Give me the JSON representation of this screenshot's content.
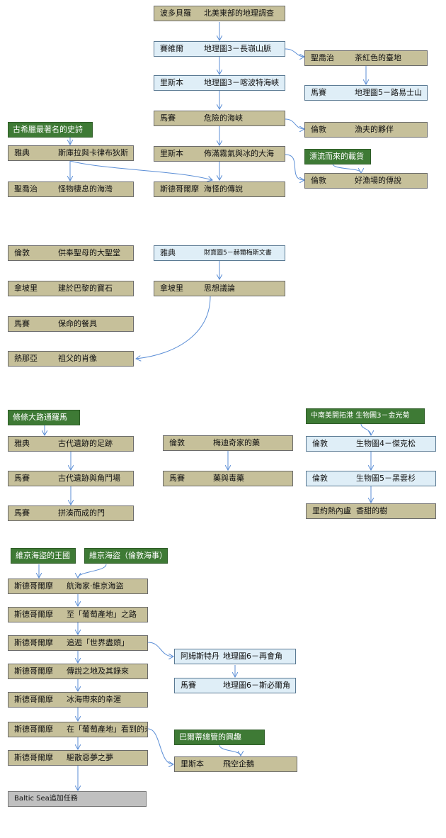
{
  "nodes": [
    {
      "id": "n1",
      "style": "tan",
      "loc": "波多貝羅",
      "title": "北美東部的地理調查"
    },
    {
      "id": "n2",
      "style": "blue",
      "loc": "賽維爾",
      "title": "地理圖3－長嶺山脈"
    },
    {
      "id": "n3",
      "style": "blue",
      "loc": "里斯本",
      "title": "地理圖3－喀波特海峽"
    },
    {
      "id": "n4",
      "style": "tan",
      "loc": "馬賽",
      "title": "危險的海峽"
    },
    {
      "id": "n5",
      "style": "tan",
      "loc": "里斯本",
      "title": "佈滿霧氣與冰的大海"
    },
    {
      "id": "n6",
      "style": "tan",
      "loc": "斯德哥爾摩",
      "title": "海怪的傳說"
    },
    {
      "id": "n7",
      "style": "tan",
      "loc": "聖喬治",
      "title": "茶紅色的臺地"
    },
    {
      "id": "n8",
      "style": "blue",
      "loc": "馬賽",
      "title": "地理圖5－路易士山"
    },
    {
      "id": "n9",
      "style": "tan",
      "loc": "倫敦",
      "title": "漁夫的夥伴"
    },
    {
      "id": "n10",
      "style": "green",
      "loc": "",
      "title": "漂流而來的載貨"
    },
    {
      "id": "n11",
      "style": "tan",
      "loc": "倫敦",
      "title": "好漁場的傳說"
    },
    {
      "id": "n12",
      "style": "green",
      "loc": "",
      "title": "古希臘最著名的史詩"
    },
    {
      "id": "n13",
      "style": "tan",
      "loc": "雅典",
      "title": "斯庫拉與卡律布狄斯"
    },
    {
      "id": "n14",
      "style": "tan",
      "loc": "聖喬治",
      "title": "怪物棲息的海灣"
    },
    {
      "id": "n15",
      "style": "tan",
      "loc": "倫敦",
      "title": "供奉聖母的大聖堂"
    },
    {
      "id": "n16",
      "style": "tan",
      "loc": "拿坡里",
      "title": "建於巴黎的寶石"
    },
    {
      "id": "n17",
      "style": "tan",
      "loc": "馬賽",
      "title": "保命的餐具"
    },
    {
      "id": "n18",
      "style": "tan",
      "loc": "熱那亞",
      "title": "祖父的肖像"
    },
    {
      "id": "n19",
      "style": "blue",
      "loc": "雅典",
      "title": "財寶圖5－赫爾梅斯文書"
    },
    {
      "id": "n20",
      "style": "tan",
      "loc": "拿坡里",
      "title": "思想議論"
    },
    {
      "id": "n21",
      "style": "green",
      "loc": "",
      "title": "條條大路通羅馬"
    },
    {
      "id": "n22",
      "style": "tan",
      "loc": "雅典",
      "title": "古代遺跡的足跡"
    },
    {
      "id": "n23",
      "style": "tan",
      "loc": "馬賽",
      "title": "古代遺跡與角鬥場"
    },
    {
      "id": "n24",
      "style": "tan",
      "loc": "馬賽",
      "title": "拼湊而成的門"
    },
    {
      "id": "n25",
      "style": "tan",
      "loc": "倫敦",
      "title": "梅迪奇家的藥"
    },
    {
      "id": "n26",
      "style": "tan",
      "loc": "馬賽",
      "title": "藥與毒藥"
    },
    {
      "id": "n27",
      "style": "green",
      "loc": "",
      "title": "中南美開拓港 生物圖3－金光菊"
    },
    {
      "id": "n28",
      "style": "blue",
      "loc": "倫敦",
      "title": "生物圖4－傑克松"
    },
    {
      "id": "n29",
      "style": "blue",
      "loc": "倫敦",
      "title": "生物圖5－黑雲杉"
    },
    {
      "id": "n30",
      "style": "tan",
      "loc": "里約熱內盧",
      "title": "香甜的樹"
    },
    {
      "id": "n31",
      "style": "green",
      "loc": "",
      "title": "維京海盜的王國"
    },
    {
      "id": "n32",
      "style": "green",
      "loc": "",
      "title": "維京海盜（倫敦海事）"
    },
    {
      "id": "n33",
      "style": "tan",
      "loc": "斯德哥爾摩",
      "title": "航海家‧維京海盜"
    },
    {
      "id": "n34",
      "style": "tan",
      "loc": "斯德哥爾摩",
      "title": "至「葡萄產地」之路"
    },
    {
      "id": "n35",
      "style": "tan",
      "loc": "斯德哥爾摩",
      "title": "追逅「世界盡頭」"
    },
    {
      "id": "n36",
      "style": "tan",
      "loc": "斯德哥爾摩",
      "title": "傳說之地及其錄來"
    },
    {
      "id": "n37",
      "style": "tan",
      "loc": "斯德哥爾摩",
      "title": "冰海帶來的幸運"
    },
    {
      "id": "n38",
      "style": "tan",
      "loc": "斯德哥爾摩",
      "title": "在「葡萄產地」看到的未來"
    },
    {
      "id": "n39",
      "style": "tan",
      "loc": "斯德哥爾摩",
      "title": "驅散惡夢之夢"
    },
    {
      "id": "n40",
      "style": "gray",
      "loc": "",
      "title": "Baltic Sea追加任務"
    },
    {
      "id": "n41",
      "style": "blue",
      "loc": "阿姆斯特丹",
      "title": "地理圖6－再會角"
    },
    {
      "id": "n42",
      "style": "blue",
      "loc": "馬賽",
      "title": "地理圖6－斯必爾角"
    },
    {
      "id": "n43",
      "style": "green",
      "loc": "",
      "title": "巴爾蒂總管的興趣"
    },
    {
      "id": "n44",
      "style": "tan",
      "loc": "里斯本",
      "title": "飛空企鵝"
    }
  ]
}
